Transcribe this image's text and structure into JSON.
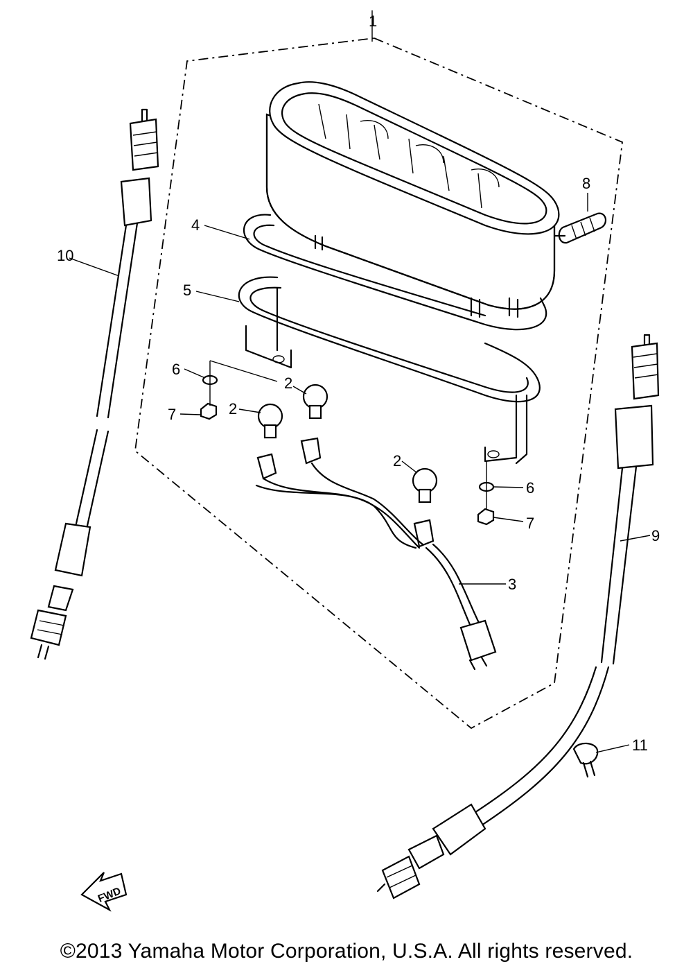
{
  "callouts": {
    "c1": "1",
    "c2a": "2",
    "c2b": "2",
    "c2c": "2",
    "c3": "3",
    "c4": "4",
    "c5": "5",
    "c6a": "6",
    "c6b": "6",
    "c7a": "7",
    "c7b": "7",
    "c8": "8",
    "c9": "9",
    "c10": "10",
    "c11": "11"
  },
  "fwd_label": "FWD",
  "copyright": "©2013 Yamaha Motor Corporation, U.S.A. All rights reserved."
}
